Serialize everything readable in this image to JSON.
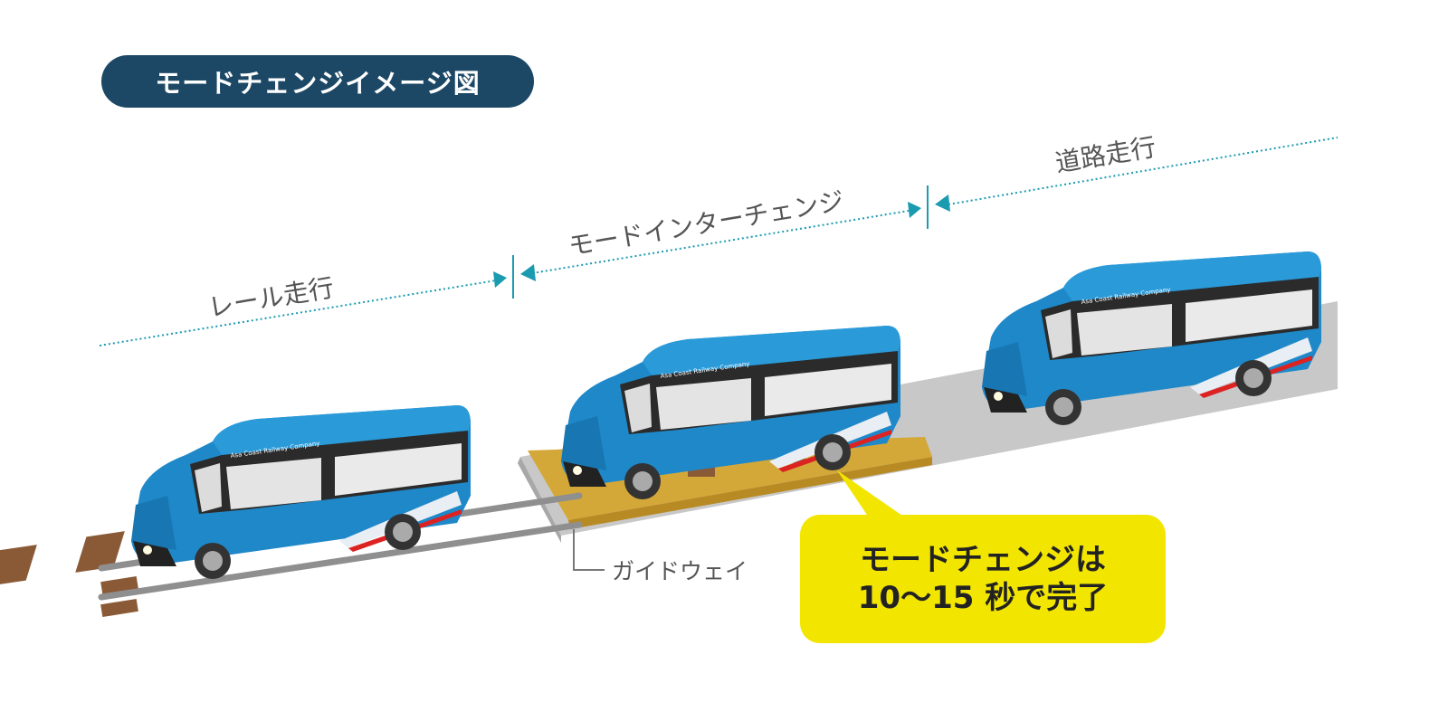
{
  "title": "モードチェンジイメージ図",
  "phases": [
    {
      "label": "レール走行"
    },
    {
      "label": "モードインターチェンジ"
    },
    {
      "label": "道路走行"
    }
  ],
  "guideway_label": "ガイドウェイ",
  "callout": {
    "line1": "モードチェンジは",
    "line2": "10〜15 秒で完了"
  },
  "bus_livery_text": "Asa Coast Railway Company",
  "colors": {
    "title_bg": "#1c4866",
    "bus_body": "#1e88c9",
    "accent_arrow": "#1a9bb0",
    "callout_bg": "#f2e600",
    "guideway": "#d4a838",
    "road": "#c8c8c8",
    "sleeper": "#8a5a36"
  }
}
